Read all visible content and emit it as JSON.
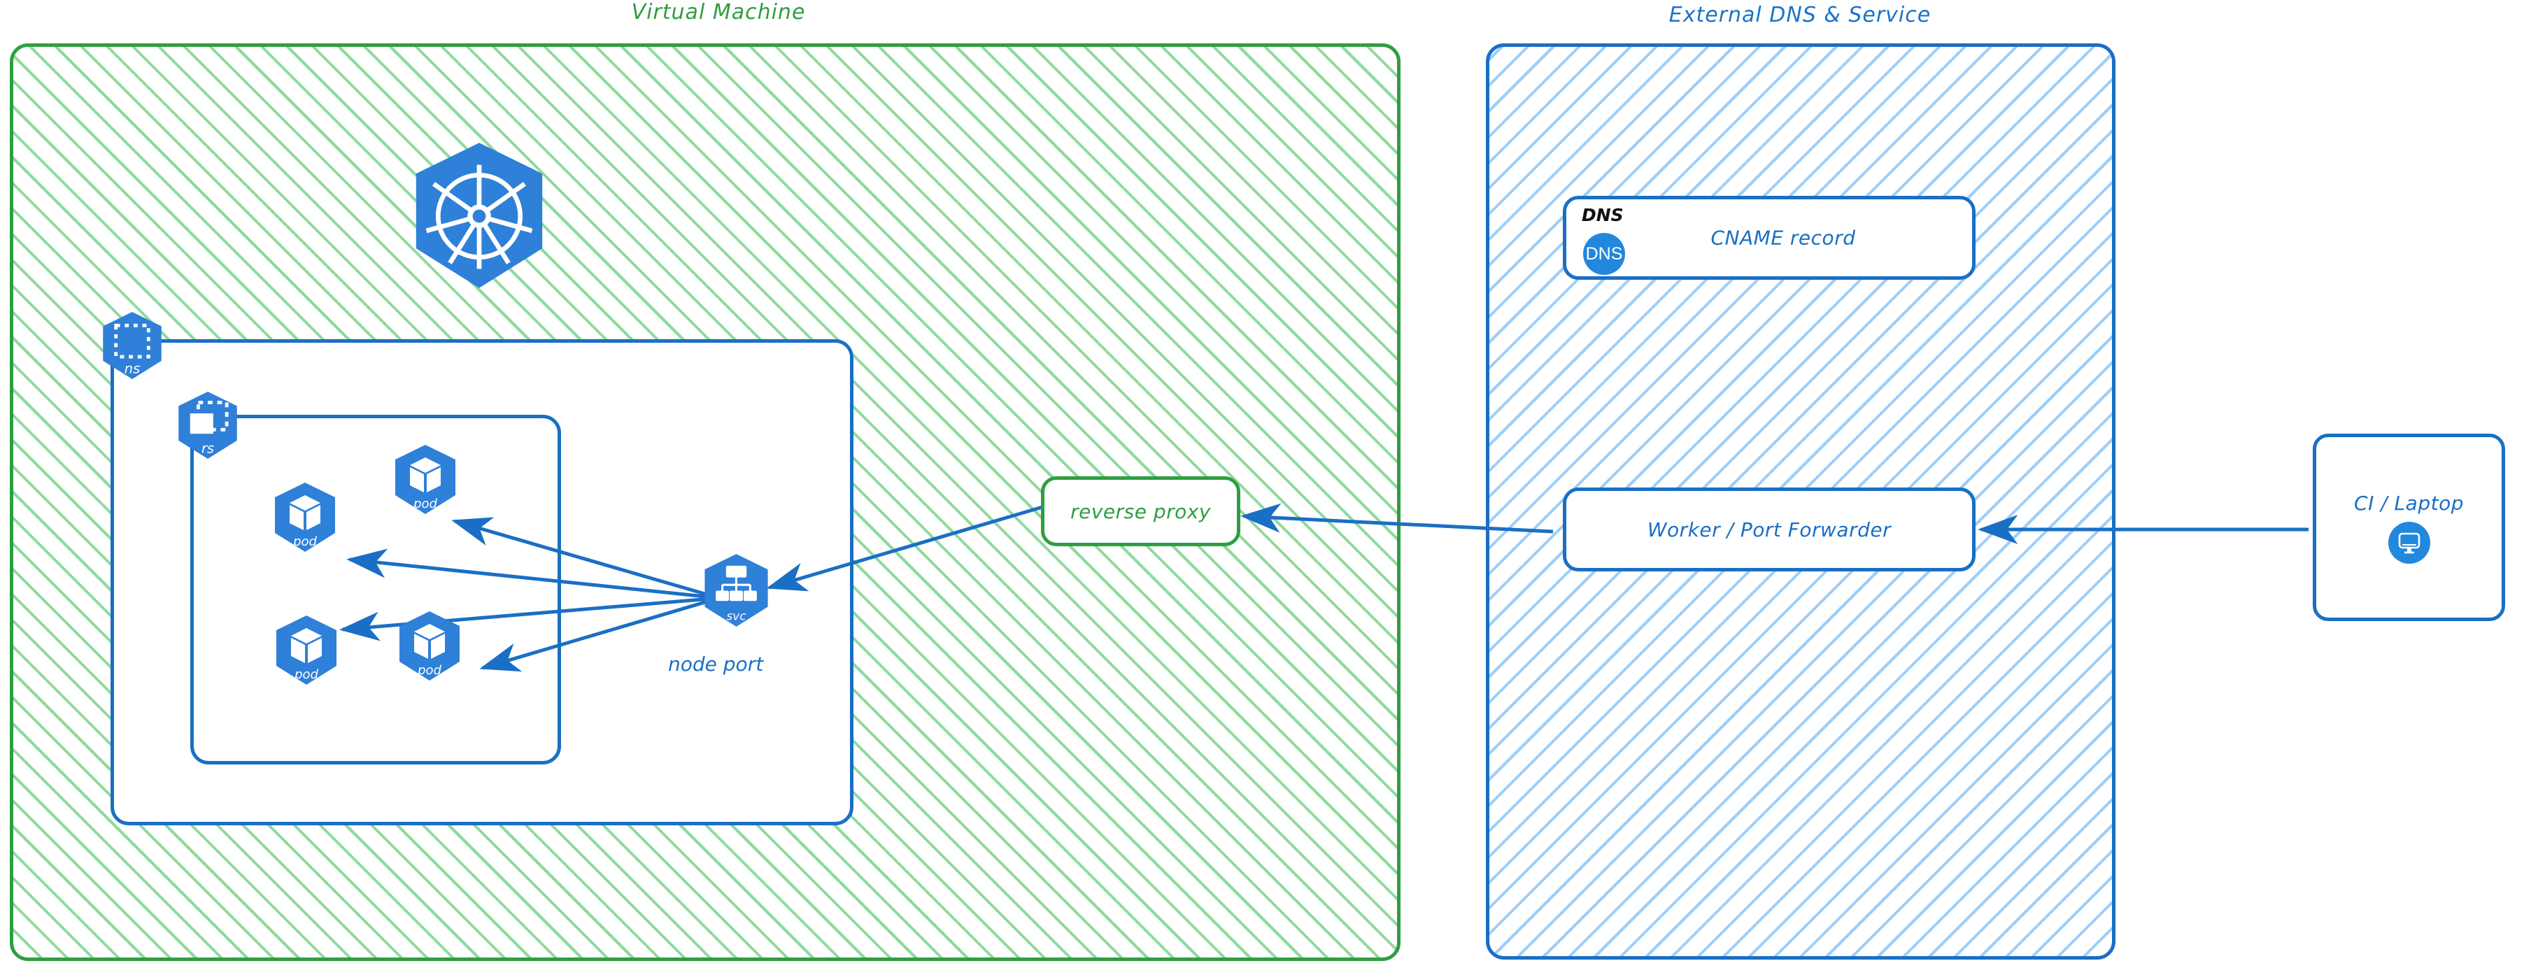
{
  "groups": {
    "vm": {
      "title": "Virtual Machine",
      "color": "#2f9e41"
    },
    "external": {
      "title": "External DNS & Service",
      "color": "#1a6fc4"
    }
  },
  "nodes": {
    "kubernetes_logo": {
      "icon": "kubernetes-logo-icon"
    },
    "namespace": {
      "label": "ns",
      "icon": "namespace-icon"
    },
    "replicaset": {
      "label": "rs",
      "icon": "replicaset-icon"
    },
    "pods": [
      {
        "label": "pod",
        "icon": "pod-icon"
      },
      {
        "label": "pod",
        "icon": "pod-icon"
      },
      {
        "label": "pod",
        "icon": "pod-icon"
      },
      {
        "label": "pod",
        "icon": "pod-icon"
      }
    ],
    "service": {
      "label": "svc",
      "icon": "service-icon",
      "caption": "node port"
    },
    "reverse_proxy": {
      "label": "reverse proxy"
    },
    "dns_card": {
      "kicker": "DNS",
      "badge": "DNS",
      "label": "CNAME record"
    },
    "worker": {
      "label": "Worker / Port Forwarder"
    },
    "ci": {
      "label": "CI / Laptop",
      "icon": "monitor-icon"
    }
  },
  "colors": {
    "k8s_blue": "#2f80d8",
    "edge_blue": "#1a6fc4",
    "green": "#2f9e41",
    "hatch_green": "#7ad48d",
    "hatch_blue": "#97cbfa"
  }
}
